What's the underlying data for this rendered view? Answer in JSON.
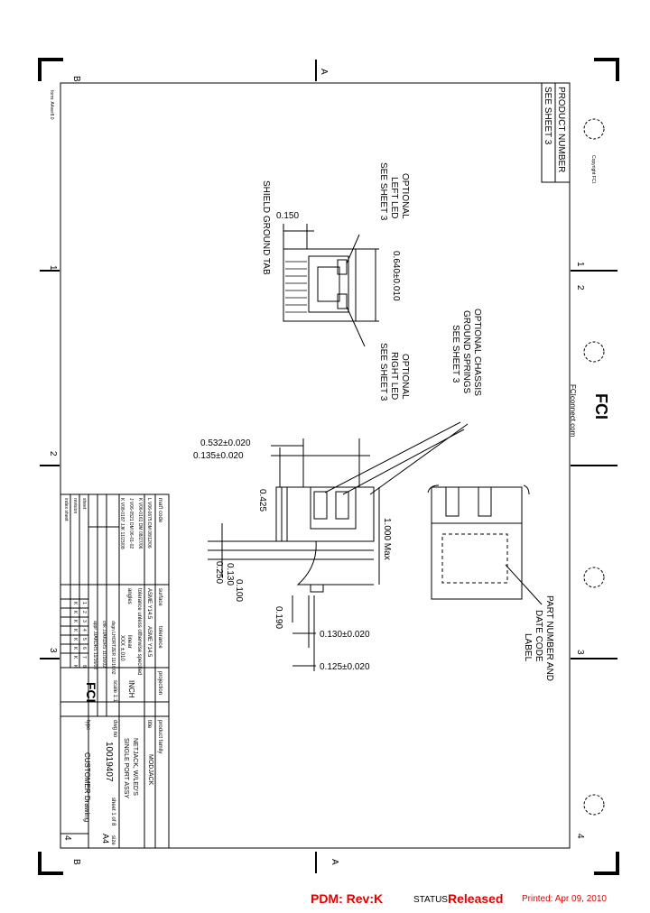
{
  "border": {
    "zone_letters": [
      "B",
      "A",
      "B",
      "A"
    ],
    "zone_numbers": [
      "1",
      "1",
      "2",
      "2",
      "3",
      "3",
      "4",
      "4"
    ],
    "copyright": "Copyright FCI.",
    "form": "form: A4ver8.0"
  },
  "product_number": {
    "header": "PRODUCT NUMBER",
    "value": "SEE SHEET 3"
  },
  "views": {
    "top": {
      "left_led": [
        "OPTIONAL",
        "LEFT LED",
        "SEE SHEET 3"
      ],
      "right_led": [
        "OPTIONAL",
        "RIGHT LED",
        "SEE SHEET 3"
      ],
      "shield_tab": "SHIELD GROUND TAB",
      "dim_tab": "0.150",
      "dim_width": "0.640±0.010"
    },
    "side": {
      "chassis_springs": [
        "OPTIONAL CHASSIS",
        "GROUND SPRINGS",
        "SEE SHEET 3"
      ],
      "dims": {
        "d1": "0.532±0.020",
        "d2": "0.135±0.020",
        "d3": "0.425",
        "d4": "1.000 Max",
        "d5": "0.130",
        "d6": "0.100",
        "d7": "0.250",
        "d8": "0.190",
        "d9": "0.130±0.020",
        "d10": "0.125±0.020"
      }
    },
    "front": {
      "label": [
        "PART NUMBER AND",
        "DATE CODE",
        "LABEL"
      ]
    }
  },
  "title_block": {
    "matl_code": "mat'l code",
    "surface": "surface",
    "tolerance": "tolerance",
    "projection": "projection",
    "surface_spec": "ASME Y14.5",
    "tolerance_spec": "ASME Y14.5",
    "tol_note": "tolerance unless otherwise specified",
    "angles": "angles",
    "linear": "linear",
    "linear_value": "XXX ±.010",
    "units": "INCH",
    "scale": "scale 1:1",
    "title_label": "title",
    "product_family_label": "product family",
    "product_family": "MODJACK",
    "title_lines": [
      "NETJACK, W/LED'S",
      "SINGLE PORT ASSY"
    ],
    "dwg_no_label": "dwg no",
    "dwg_no": "10019407",
    "sheet": "sheet 1 of 8",
    "size": "A4",
    "size_label": "size",
    "type_label": "type",
    "type": "CUSTOMER Drawing",
    "fci_logo": "FCI",
    "revisions": [
      {
        "rev": "L",
        "ecn": "V06-0675",
        "by": "DM",
        "date": "08/12/06"
      },
      {
        "rev": "K",
        "ecn": "V06-0161",
        "by": "DM",
        "date": "08/27/06"
      },
      {
        "rev": "J",
        "ecn": "V06-0521",
        "by": "DM",
        "date": "06-01-02"
      },
      {
        "rev": "K",
        "ecn": "V08-0187",
        "by": "JJK",
        "date": "11/23/08"
      }
    ],
    "approvals": [
      {
        "role": "dsgn",
        "name": "LHORTZER",
        "date": "11/16/02"
      },
      {
        "role": "chk",
        "name": "JJAKDRS",
        "date": "11/16/02"
      },
      {
        "role": "appr",
        "name": "JJAKDRS",
        "date": "11/16/02"
      }
    ],
    "sheet_row": {
      "label": "sheet",
      "values": [
        "1",
        "2",
        "3",
        "4",
        "5",
        "6",
        "7",
        "8"
      ]
    },
    "revision_row": {
      "label": "revision",
      "values": [
        "K",
        "K",
        "K",
        "K",
        "K",
        "K",
        "K",
        "K"
      ]
    },
    "index_row": {
      "label": "index",
      "value": "sheet"
    }
  },
  "fci_block": {
    "logo": "FCI",
    "url": "FCIconnect.com"
  },
  "footer": {
    "pdm": "PDM: Rev:K",
    "status_label": "STATUS",
    "status_value": "Released",
    "printed": "Printed: Apr 09, 2010"
  }
}
